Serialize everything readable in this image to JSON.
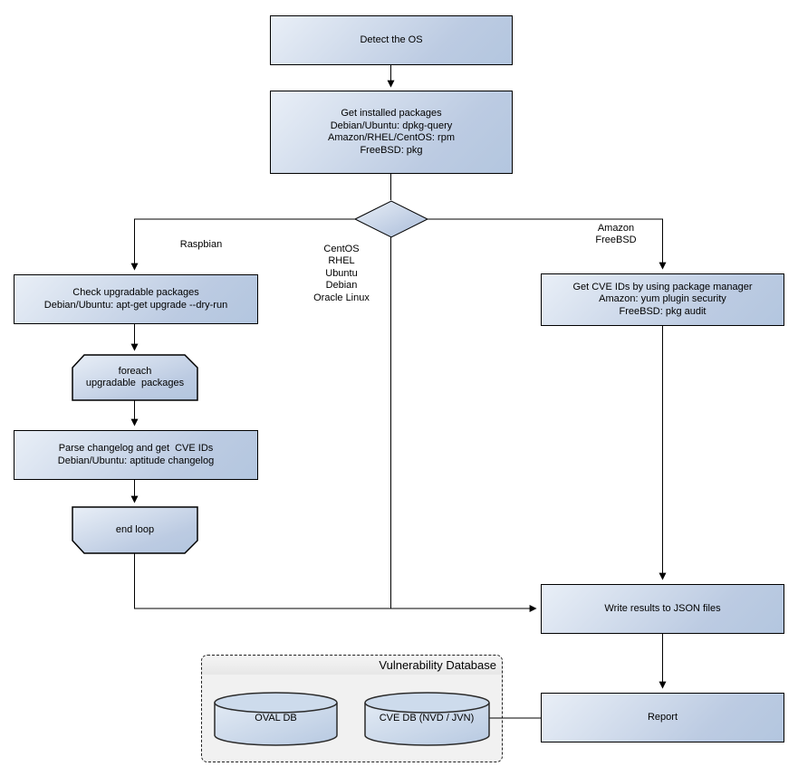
{
  "nodes": {
    "detect_os": "Detect the OS",
    "get_installed_packages": "Get installed packages\nDebian/Ubuntu: dpkg-query\nAmazon/RHEL/CentOS: rpm\nFreeBSD: pkg",
    "check_upgradable": "Check upgradable packages\nDebian/Ubuntu: apt-get upgrade --dry-run",
    "foreach_loop": "foreach\nupgradable  packages",
    "parse_changelog": "Parse changelog and get  CVE IDs\nDebian/Ubuntu: aptitude changelog",
    "end_loop": "end loop",
    "get_cve_ids": "Get CVE IDs by using package manager\nAmazon: yum plugin security\nFreeBSD: pkg audit",
    "write_results": "Write results to JSON files",
    "report": "Report",
    "oval_db": "OVAL DB",
    "cve_db": "CVE DB (NVD / JVN)"
  },
  "edge_labels": {
    "left_branch": "Raspbian",
    "middle_branch": "CentOS\nRHEL\nUbuntu\nDebian\nOracle Linux",
    "right_branch": "Amazon\nFreeBSD"
  },
  "group": {
    "title": "Vulnerability Database"
  },
  "colors": {
    "node_gradient_start": "#e9eff7",
    "node_gradient_end": "#b3c6df",
    "node_border": "#000000",
    "connector": "#000000",
    "cylinder_top_fill": "#cddbec",
    "cylinder_border": "#2b2b2b",
    "group_background": "#f1f1f1",
    "group_header_background": "#e7e7e7",
    "group_border": "#222222"
  }
}
